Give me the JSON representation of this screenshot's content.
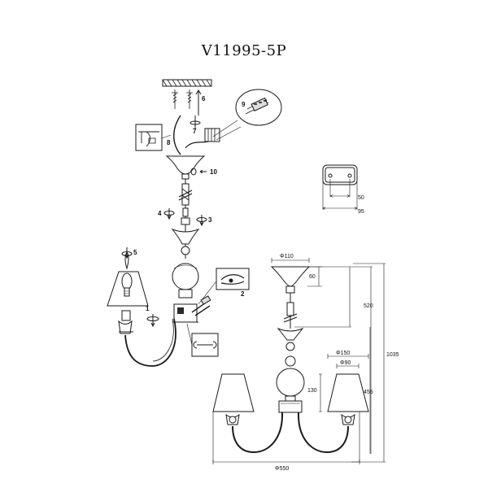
{
  "title": "V11995-5P",
  "steps": {
    "s1": "1",
    "s2": "2",
    "s3": "3",
    "s4": "4",
    "s5": "5",
    "s6": "6",
    "s7": "7",
    "s8": "8",
    "s9": "9",
    "s10": "10"
  },
  "bracket_dims": {
    "inner": "50",
    "outer": "95"
  },
  "dimensions": {
    "canopy_diameter": "Φ110",
    "canopy_height": "60",
    "upper_height": "520",
    "total_height": "1035",
    "shade_top": "Φ90",
    "shade_bottom": "Φ150",
    "shade_height": "130",
    "lower_height": "455",
    "overall_diameter": "Φ550"
  },
  "colors": {
    "line": "#1a1a1a",
    "fill_dark": "#2a2a2a"
  }
}
